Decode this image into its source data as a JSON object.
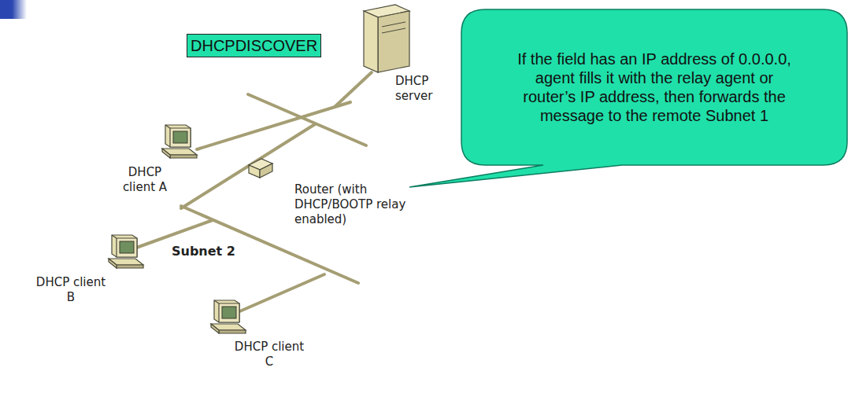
{
  "diagram": {
    "nodes": [
      {
        "text": [
          "DHCPDISCOVER"
        ]
      },
      {
        "text": [
          "If the field has an IP address of 0.0.0.0, agent fills it with the relay agent or router’s IP address, then forwards the message to the remote Subnet 1"
        ]
      }
    ],
    "labels": [
      "DHCP server",
      "DHCP client A",
      "Router (with DHCP/BOOTP relay enabled)",
      "Subnet 2",
      "DHCP client B",
      "DHCP client C"
    ]
  }
}
